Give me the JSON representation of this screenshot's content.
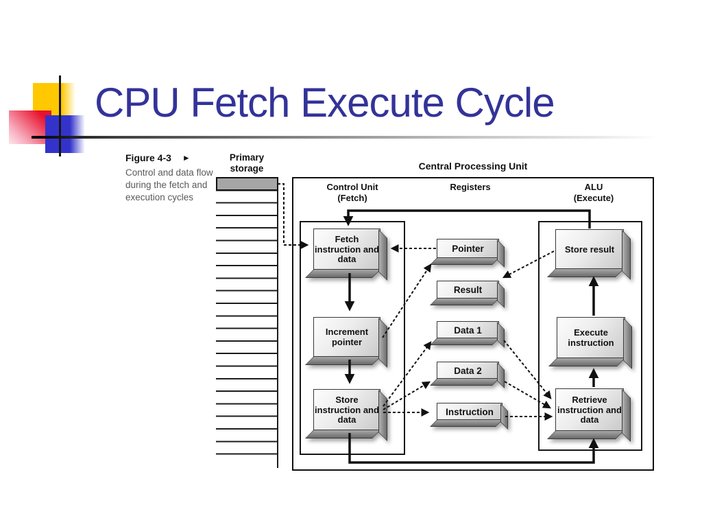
{
  "slide": {
    "title": "CPU Fetch Execute Cycle"
  },
  "figure": {
    "label": "Figure 4-3",
    "pointer_glyph": "►",
    "caption": "Control and data flow during the fetch and execution cycles"
  },
  "memory": {
    "label": "Primary storage"
  },
  "cpu": {
    "title": "Central Processing Unit",
    "headers": {
      "control": {
        "line1": "Control Unit",
        "line2": "(Fetch)"
      },
      "registers": {
        "line1": "Registers",
        "line2": ""
      },
      "alu": {
        "line1": "ALU",
        "line2": "(Execute)"
      }
    },
    "control_unit": {
      "boxes": [
        "Fetch instruction and data",
        "Increment pointer",
        "Store instruction and data"
      ]
    },
    "registers": {
      "boxes": [
        "Pointer",
        "Result",
        "Data 1",
        "Data 2",
        "Instruction"
      ]
    },
    "alu": {
      "boxes": [
        "Store result",
        "Execute instruction",
        "Retrieve instruction and data"
      ]
    }
  },
  "colors": {
    "title": "#333399",
    "caption": "#595959",
    "memory_cell": "#A6A6A6",
    "accent_yellow": "#FFC800",
    "accent_red": "#E8112D",
    "accent_blue": "#3333CC"
  }
}
